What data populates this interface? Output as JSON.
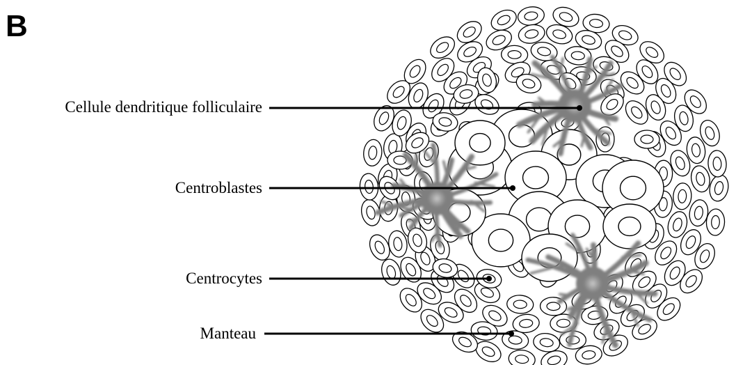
{
  "panel_letter": "B",
  "labels": {
    "fdc": "Cellule dendritique folliculaire",
    "centroblasts": "Centroblastes",
    "centrocytes": "Centrocytes",
    "mantle": "Manteau"
  },
  "colors": {
    "outline": "#000000",
    "fdc_gray": "#7f7f7f",
    "fdc_center": "#b0b0b0",
    "background": "#ffffff"
  }
}
